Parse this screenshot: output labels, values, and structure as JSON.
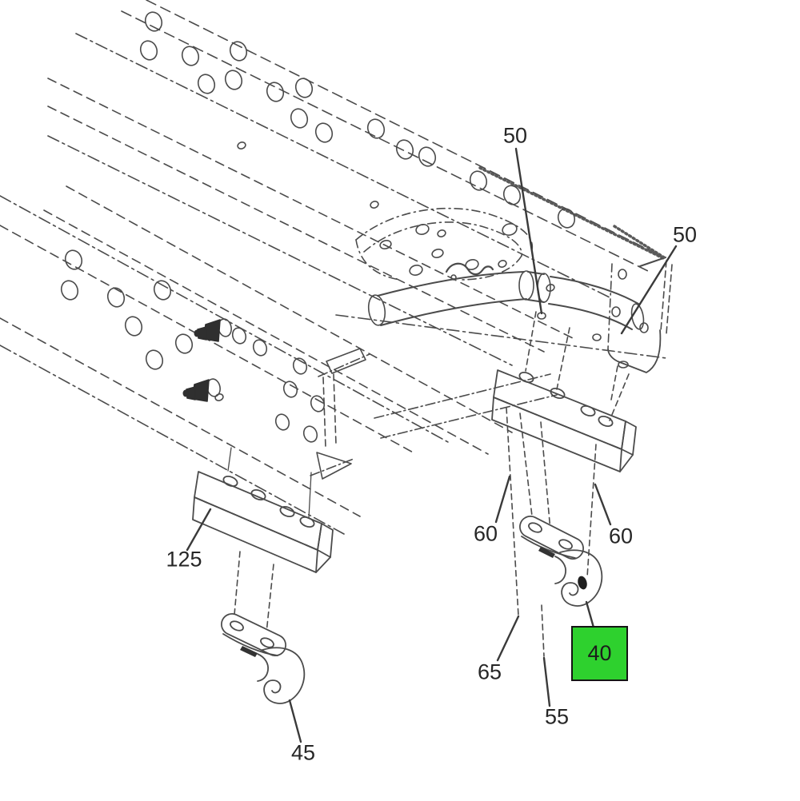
{
  "diagram": {
    "kind": "exploded-parts-line-drawing",
    "style": {
      "background": "#ffffff",
      "line_color": "#4b4b4b",
      "label_color": "#262626",
      "leader_color": "#3a3a3a",
      "highlight_fill": "#2ed12e",
      "highlight_border": "#141414"
    },
    "callouts": [
      {
        "id": "callout-50-top",
        "label": "50",
        "highlighted": false
      },
      {
        "id": "callout-50-right",
        "label": "50",
        "highlighted": false
      },
      {
        "id": "callout-60-left",
        "label": "60",
        "highlighted": false
      },
      {
        "id": "callout-60-right",
        "label": "60",
        "highlighted": false
      },
      {
        "id": "callout-65",
        "label": "65",
        "highlighted": false
      },
      {
        "id": "callout-55",
        "label": "55",
        "highlighted": false
      },
      {
        "id": "callout-40",
        "label": "40",
        "highlighted": true
      },
      {
        "id": "callout-125",
        "label": "125",
        "highlighted": false
      },
      {
        "id": "callout-45",
        "label": "45",
        "highlighted": false
      }
    ]
  }
}
